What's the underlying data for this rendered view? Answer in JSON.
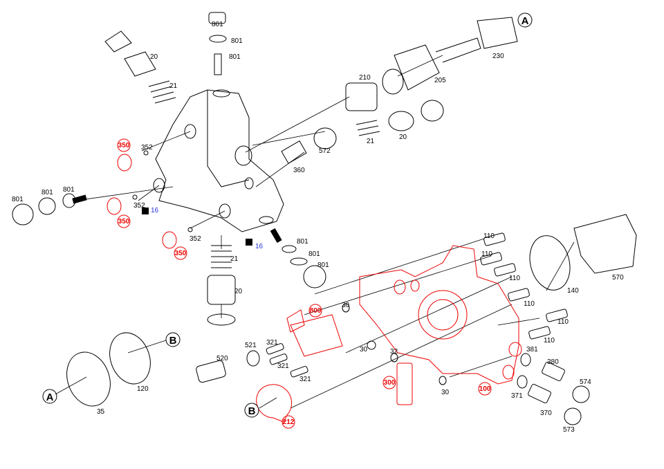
{
  "labels": [
    "801",
    "801",
    "801",
    "20",
    "21",
    "352",
    "801",
    "801",
    "801",
    "352",
    "352",
    "21",
    "20",
    "360",
    "572",
    "21",
    "20",
    "210",
    "205",
    "230",
    "801",
    "801",
    "801",
    "110",
    "110",
    "110",
    "110",
    "110",
    "110",
    "140",
    "570",
    "30",
    "30",
    "32",
    "30",
    "381",
    "380",
    "574",
    "371",
    "370",
    "573",
    "321",
    "321",
    "321",
    "521",
    "520",
    "120",
    "35"
  ],
  "red_labels": [
    "350",
    "350",
    "350",
    "800",
    "300",
    "100",
    "212"
  ],
  "blue_labels": [
    "16",
    "16"
  ],
  "callouts": [
    "A",
    "B",
    "A",
    "B"
  ],
  "colors": {
    "highlight": "#e00000",
    "note": "#2233dd",
    "line": "#000000"
  }
}
